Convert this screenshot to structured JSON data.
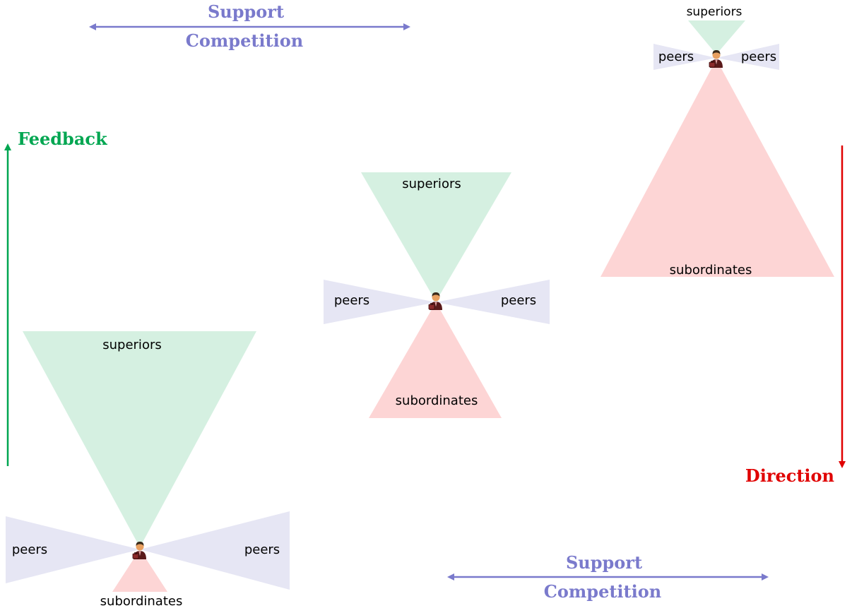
{
  "colors": {
    "superiors_fill": "#d5f0e1",
    "peers_fill": "#e6e6f4",
    "subordinates_fill": "#fdd5d5",
    "feedback": "#00a651",
    "direction": "#e00000",
    "support_competition": "#7a7acc"
  },
  "axes": {
    "feedback_label": "Feedback",
    "direction_label": "Direction",
    "support_label": "Support",
    "competition_label": "Competition"
  },
  "figures": [
    {
      "id": "bottom-left",
      "superiors": "superiors",
      "peers_left": "peers",
      "peers_right": "peers",
      "subordinates": "subordinates",
      "icon": "businessman-icon"
    },
    {
      "id": "middle",
      "superiors": "superiors",
      "peers_left": "peers",
      "peers_right": "peers",
      "subordinates": "subordinates",
      "icon": "businessman-icon"
    },
    {
      "id": "top-right",
      "superiors": "superiors",
      "peers_left": "peers",
      "peers_right": "peers",
      "subordinates": "subordinates",
      "icon": "businessman-icon"
    }
  ]
}
